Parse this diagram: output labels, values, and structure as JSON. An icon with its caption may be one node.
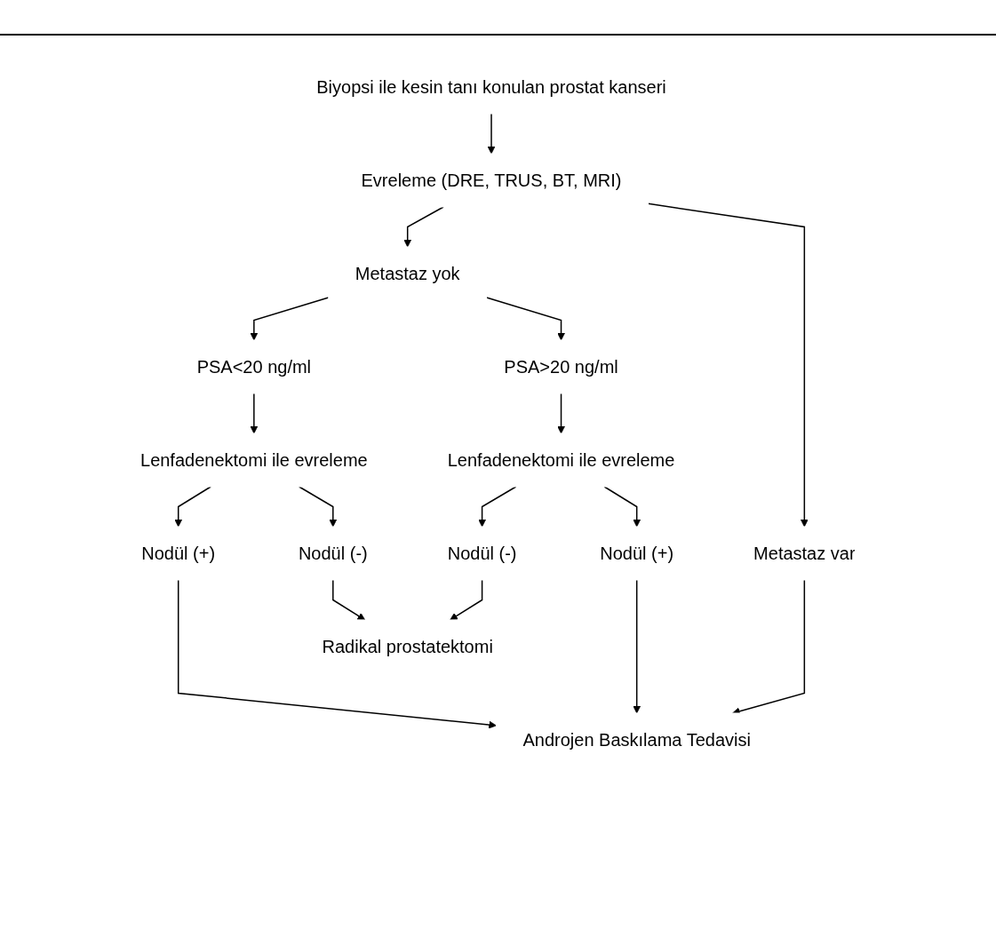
{
  "diagram": {
    "nodes": [
      {
        "text": [
          "Biyopsi ile kesin tanı konulan prostat kanseri"
        ]
      },
      {
        "text": [
          "Evreleme (DRE, TRUS, BT, MRI)"
        ]
      },
      {
        "text": [
          "Metastaz yok"
        ]
      },
      {
        "text": [
          "Metastaz var"
        ]
      },
      {
        "text": [
          "PSA<20 ng/ml"
        ]
      },
      {
        "text": [
          "PSA>20 ng/ml"
        ]
      },
      {
        "text": [
          "Lenfadenektomi ile evreleme"
        ]
      },
      {
        "text": [
          "Lenfadenektomi ile evreleme"
        ]
      },
      {
        "text": [
          "Nodül (+)"
        ]
      },
      {
        "text": [
          "Nodül (-)"
        ]
      },
      {
        "text": [
          "Nodül (-)"
        ]
      },
      {
        "text": [
          "Nodül (+)"
        ]
      },
      {
        "text": [
          "Radikal prostatektomi"
        ]
      },
      {
        "text": [
          "Androjen Baskılama Tedavisi"
        ]
      }
    ],
    "edges": [
      {
        "from": 0,
        "to": 1,
        "arrow": "to"
      },
      {
        "from": 1,
        "to": 2,
        "arrow": "to"
      },
      {
        "from": 1,
        "to": 3,
        "arrow": "to"
      },
      {
        "from": 2,
        "to": 4,
        "arrow": "to"
      },
      {
        "from": 2,
        "to": 5,
        "arrow": "to"
      },
      {
        "from": 4,
        "to": 6,
        "arrow": "to"
      },
      {
        "from": 5,
        "to": 7,
        "arrow": "to"
      },
      {
        "from": 6,
        "to": 8,
        "arrow": "to"
      },
      {
        "from": 6,
        "to": 9,
        "arrow": "to"
      },
      {
        "from": 7,
        "to": 10,
        "arrow": "to"
      },
      {
        "from": 7,
        "to": 11,
        "arrow": "to"
      },
      {
        "from": 9,
        "to": 12,
        "arrow": "to"
      },
      {
        "from": 10,
        "to": 12,
        "arrow": "to"
      },
      {
        "from": 8,
        "to": 13,
        "arrow": "to"
      },
      {
        "from": 11,
        "to": 13,
        "arrow": "to"
      },
      {
        "from": 3,
        "to": 13,
        "arrow": "to"
      }
    ]
  }
}
